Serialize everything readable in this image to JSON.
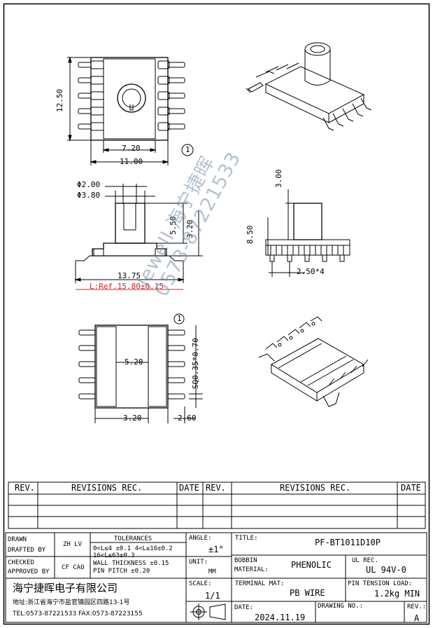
{
  "dimensions": {
    "d_12_50": "12.50",
    "d_7_20": "7.20",
    "d_11_00": "11.00",
    "d_phi_2_00": "Φ2.00",
    "d_phi_3_80": "Φ3.80",
    "d_5_50": "5.50",
    "d_3_20_side": "3.20",
    "d_13_75": "13.75",
    "d_lref": "L:Ref.15.80±0.15",
    "d_3_00": "3.00",
    "d_8_50": "8.50",
    "d_2_50x4": "2.50*4",
    "d_5_20": "5.20",
    "d_sq": "SQ0.35*0.70",
    "d_3_20_bottom": "3.20",
    "d_2_60": "2.60",
    "pin1_marker": "1"
  },
  "watermark": {
    "line1": "Jewell 海宁捷晖",
    "line2": "0573-87221533"
  },
  "revisions": {
    "col_rev": "REV.",
    "col_rec": "REVISIONS  REC.",
    "col_date": "DATE"
  },
  "title_block": {
    "drawn_label": "DRAWN",
    "drafted_label": "DRAFTED BY",
    "drafted_by": "ZH LV",
    "checked_label": "CHECKED",
    "approved_label": "APPROVED BY",
    "approved_by": "CF CAO",
    "tolerances_label": "TOLERANCES",
    "tol_line1": "0<L≤4 ±0.1 4<L≤16±0.2",
    "tol_line2": "16<L≤63±0.3",
    "tol_line3": "WALL THICKNESS ±0.15",
    "tol_line4": "PIN PITCH ±0.20",
    "angle_label": "ANGLE:",
    "angle_value": "±1°",
    "unit_label": "UNIT:",
    "unit_value": "MM",
    "scale_label": "SCALE:",
    "scale_value": "1/1",
    "title_label": "TITLE:",
    "title_value": "PF-BT1011D10P",
    "bobbin_label_1": "BOBBIN",
    "bobbin_label_2": "MATERIAL:",
    "bobbin_value": "PHENOLIC",
    "ul_label": "UL REC.",
    "ul_value": "UL 94V-0",
    "terminal_label": "TERMINAL MAT:",
    "terminal_value": "PB WIRE",
    "pin_tension_label": "PIN TENSION LOAD:",
    "pin_tension_value": "1.2kg MIN",
    "date_label": "DATE:",
    "date_value": "2024.11.19",
    "drawing_no_label": "DRAWING NO.:",
    "rev_label": "REV.:",
    "rev_value": "A",
    "company_name": "海宁捷晖电子有限公司",
    "company_address": "地址:浙江省海宁市盐官镇园区四路13-1号",
    "company_contact": "TEL:0573-87221533 FAX:0573-87223155"
  }
}
